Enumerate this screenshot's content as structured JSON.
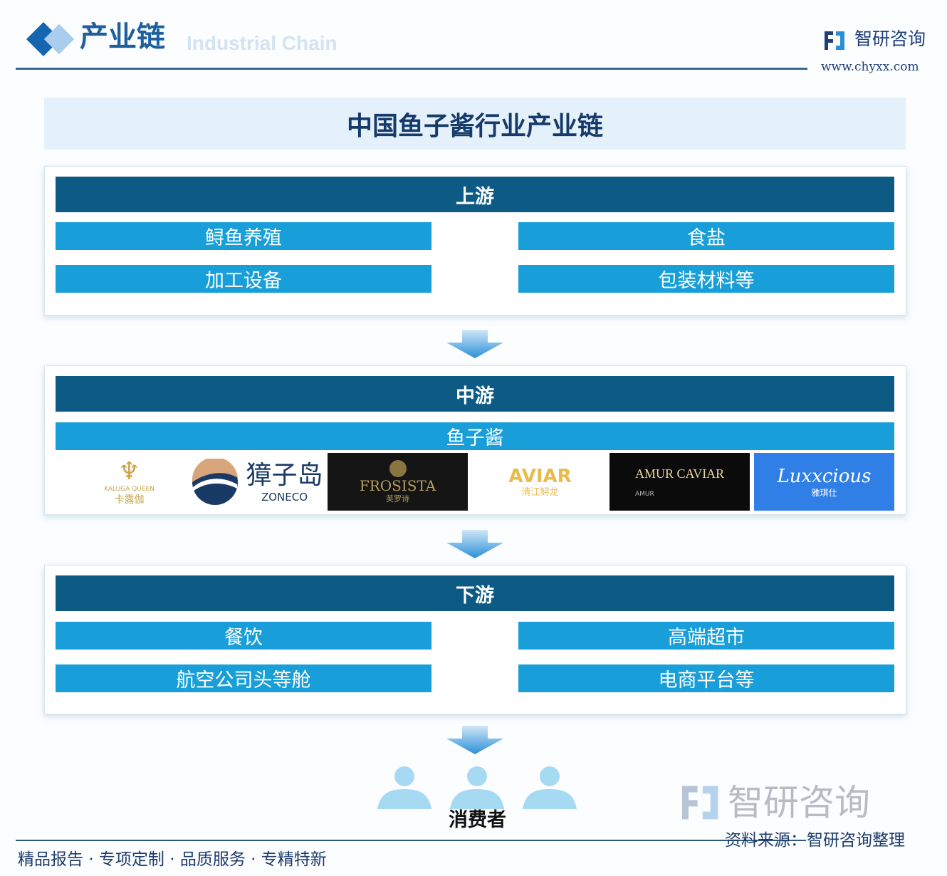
{
  "header": {
    "section_title": "产业链",
    "section_subtitle": "Industrial Chain",
    "brand": "智研咨询",
    "url": "www.chyxx.com"
  },
  "title": "中国鱼子酱行业产业链",
  "upstream": {
    "label": "上游",
    "items": [
      "鲟鱼养殖",
      "食盐",
      "加工设备",
      "包装材料等"
    ]
  },
  "midstream": {
    "label": "中游",
    "product": "鱼子酱",
    "logos": [
      {
        "name": "KALUGA QUEEN",
        "cn": "卡露伽"
      },
      {
        "name": "ZONECO",
        "cn": "獐子岛"
      },
      {
        "name": "FROSISTA",
        "cn": "芙罗诗"
      },
      {
        "name": "AVIAR",
        "cn": "清江鲟龙"
      },
      {
        "name": "AMUR CAVIAR",
        "cn": "AMUR"
      },
      {
        "name": "Luxxcious",
        "cn": "雅琪仕"
      }
    ]
  },
  "downstream": {
    "label": "下游",
    "items": [
      "餐饮",
      "高端超市",
      "航空公司头等舱",
      "电商平台等"
    ]
  },
  "consumer": {
    "label": "消费者"
  },
  "footer": {
    "slogan": "精品报告 · 专项定制 · 品质服务 · 专精特新",
    "source": "资料来源：智研咨询整理",
    "watermark": "智研咨询"
  },
  "colors": {
    "header_bar": "#0d5b85",
    "item_bar": "#189ed8",
    "arrow": "#2b8fd8",
    "person": "#a6daf3"
  }
}
